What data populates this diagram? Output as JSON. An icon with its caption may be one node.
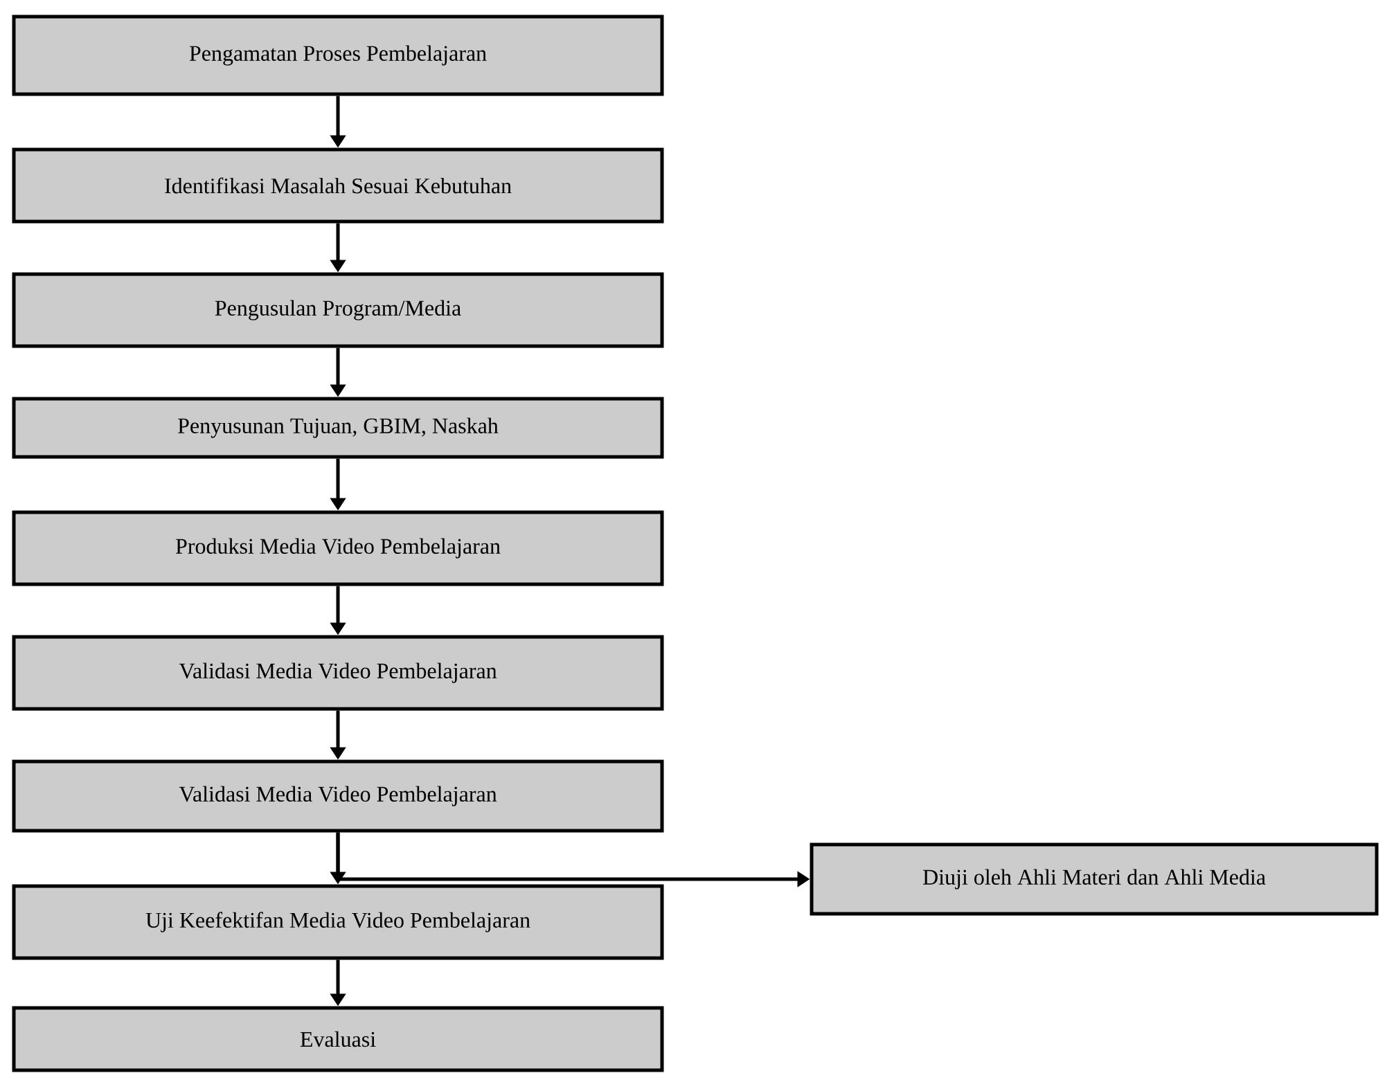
{
  "diagram": {
    "nodes": [
      {
        "text": [
          "Pengamatan Proses Pembelajaran"
        ]
      },
      {
        "text": [
          "Identifikasi Masalah Sesuai  Kebutuhan"
        ]
      },
      {
        "text": [
          "Pengusulan Program/Media"
        ]
      },
      {
        "text": [
          "Penyusunan Tujuan, GBIM, Naskah"
        ]
      },
      {
        "text": [
          "Produksi Media Video Pembelajaran"
        ]
      },
      {
        "text": [
          "Validasi Media Video Pembelajaran"
        ]
      },
      {
        "text": [
          "Validasi Media Video Pembelajaran"
        ]
      },
      {
        "text": [
          "Diuji oleh Ahli Materi dan Ahli Media"
        ]
      },
      {
        "text": [
          "Uji Keefektifan Media Video Pembelajaran"
        ]
      },
      {
        "text": [
          "Evaluasi"
        ]
      }
    ],
    "edges": [
      {
        "from": 0,
        "to": 1,
        "arrow": "to"
      },
      {
        "from": 1,
        "to": 2,
        "arrow": "to"
      },
      {
        "from": 2,
        "to": 3,
        "arrow": "to"
      },
      {
        "from": 3,
        "to": 4,
        "arrow": "to"
      },
      {
        "from": 4,
        "to": 5,
        "arrow": "to"
      },
      {
        "from": 5,
        "to": 6,
        "arrow": "to"
      },
      {
        "from": 6,
        "to": 7,
        "arrow": "to"
      },
      {
        "from": 6,
        "to": 8,
        "arrow": "to"
      },
      {
        "from": 8,
        "to": 9,
        "arrow": "to"
      }
    ]
  }
}
